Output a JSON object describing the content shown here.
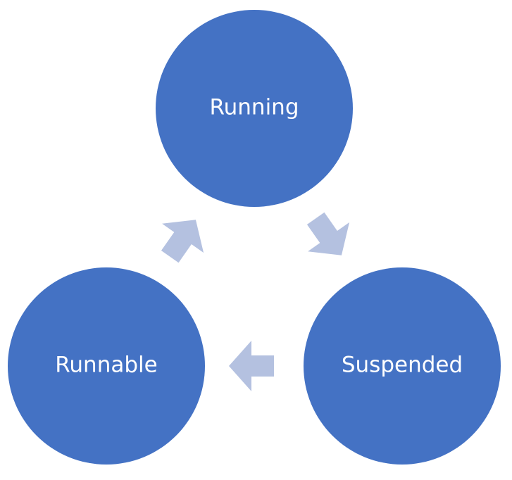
{
  "diagram": {
    "nodes": {
      "running": {
        "label": "Running"
      },
      "suspended": {
        "label": "Suspended"
      },
      "runnable": {
        "label": "Runnable"
      }
    },
    "colors": {
      "node_fill": "#4472C4",
      "node_text": "#FFFFFF",
      "arrow_fill": "#B4C1E0"
    },
    "arrows": [
      {
        "from": "running",
        "to": "suspended",
        "icon": "arrow-right-down-icon"
      },
      {
        "from": "suspended",
        "to": "runnable",
        "icon": "arrow-left-icon"
      },
      {
        "from": "runnable",
        "to": "running",
        "icon": "arrow-up-right-icon"
      }
    ]
  }
}
